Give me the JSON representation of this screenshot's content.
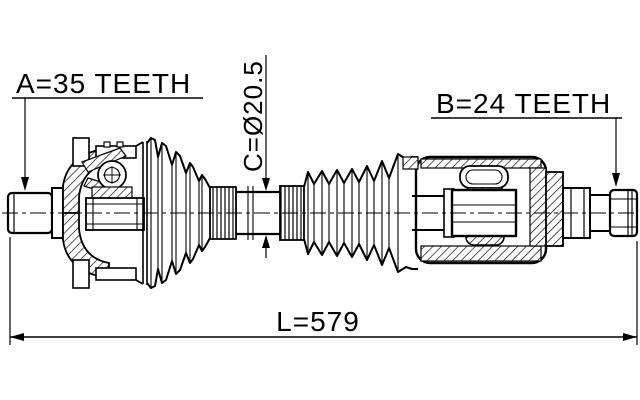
{
  "page": {
    "background": "#ffffff",
    "line_color": "#000000"
  },
  "drawing": {
    "type": "technical-drawing",
    "subject": "cv-axle-drive-shaft-cross-section",
    "labels": {
      "spline_a": "A=35 TEETH",
      "spline_b": "B=24 TEETH",
      "shaft_diameter_c": "C=Ø20.5",
      "overall_length_l": "L=579"
    }
  }
}
